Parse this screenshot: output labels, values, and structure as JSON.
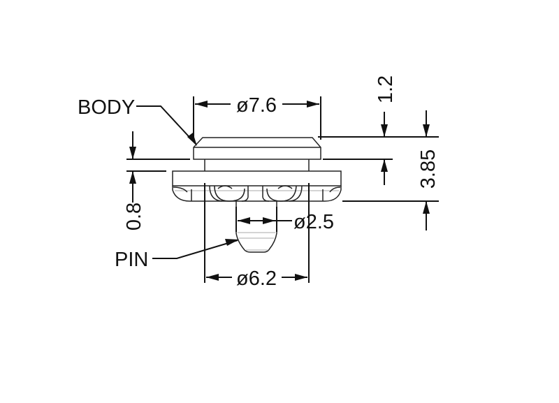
{
  "labels": {
    "body": "BODY",
    "pin": "PIN"
  },
  "dimensions": {
    "top_diameter": "ø7.6",
    "top_height": "1.2",
    "total_height": "3.85",
    "flange_gap": "0.8",
    "pin_diameter": "ø2.5",
    "neck_diameter": "ø6.2"
  }
}
